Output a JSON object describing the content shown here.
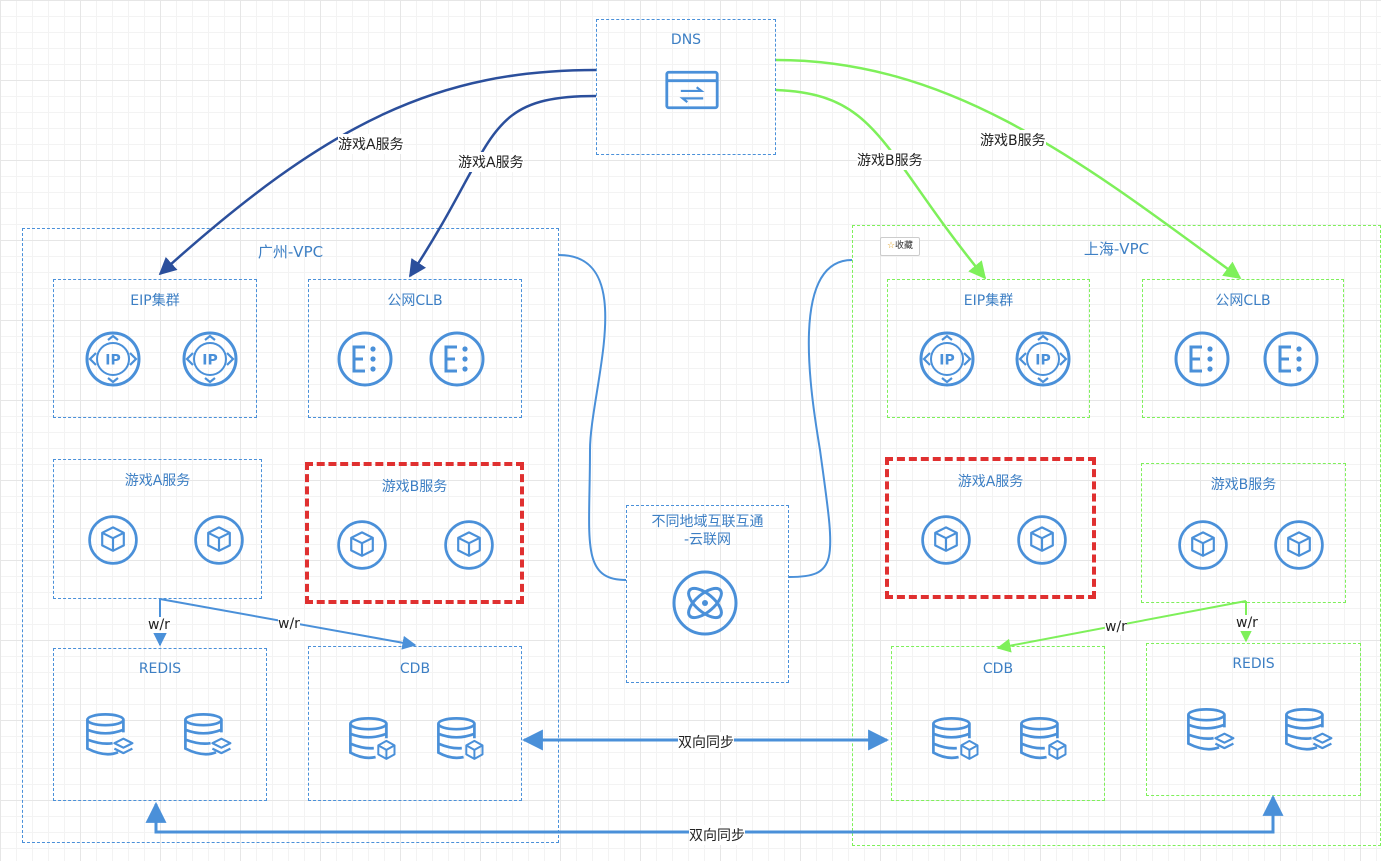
{
  "dns": {
    "label": "DNS"
  },
  "gz": {
    "vpc_label": "广州-VPC",
    "eip_label": "EIP集群",
    "clb_label": "公网CLB",
    "game_a_label": "游戏A服务",
    "game_b_label": "游戏B服务",
    "redis_label": "REDIS",
    "cdb_label": "CDB"
  },
  "sh": {
    "vpc_label": "上海-VPC",
    "eip_label": "EIP集群",
    "clb_label": "公网CLB",
    "game_a_label": "游戏A服务",
    "game_b_label": "游戏B服务",
    "redis_label": "REDIS",
    "cdb_label": "CDB"
  },
  "ccn": {
    "label_line1": "不同地域互联互通",
    "label_line2": "-云联网"
  },
  "edges": {
    "dns_to_gz_eip": "游戏A服务",
    "dns_to_gz_clb": "游戏A服务",
    "dns_to_sh_eip": "游戏B服务",
    "dns_to_sh_clb": "游戏B服务",
    "gz_wr_redis": "w/r",
    "gz_wr_cdb": "w/r",
    "sh_wr_cdb": "w/r",
    "sh_wr_redis": "w/r",
    "cdb_sync": "双向同步",
    "redis_sync": "双向同步"
  },
  "bookmark": {
    "label": "收藏"
  },
  "colors": {
    "blue": "#4a90d9",
    "dark_blue": "#2b4f9c",
    "green": "#7ef05a",
    "red": "#e03030"
  }
}
